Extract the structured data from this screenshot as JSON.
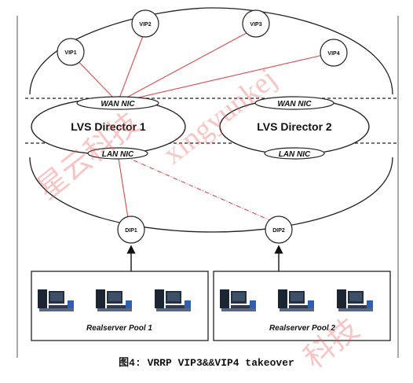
{
  "vips": [
    "VIP1",
    "VIP2",
    "VIP3",
    "VIP4"
  ],
  "directors": [
    {
      "name": "LVS Director 1",
      "wan": "WAN  NIC",
      "lan": "LAN NIC"
    },
    {
      "name": "LVS Director 2",
      "wan": "WAN  NIC",
      "lan": "LAN NIC"
    }
  ],
  "dips": [
    "DIP1",
    "DIP2"
  ],
  "pools": [
    "Realserver Pool 1",
    "Realserver Pool 2"
  ],
  "caption": "图4: VRRP VIP3&&VIP4 takeover",
  "watermark": "星云科技 xingyunkej",
  "colors": {
    "link": "#d94a4a",
    "line": "#222222"
  }
}
